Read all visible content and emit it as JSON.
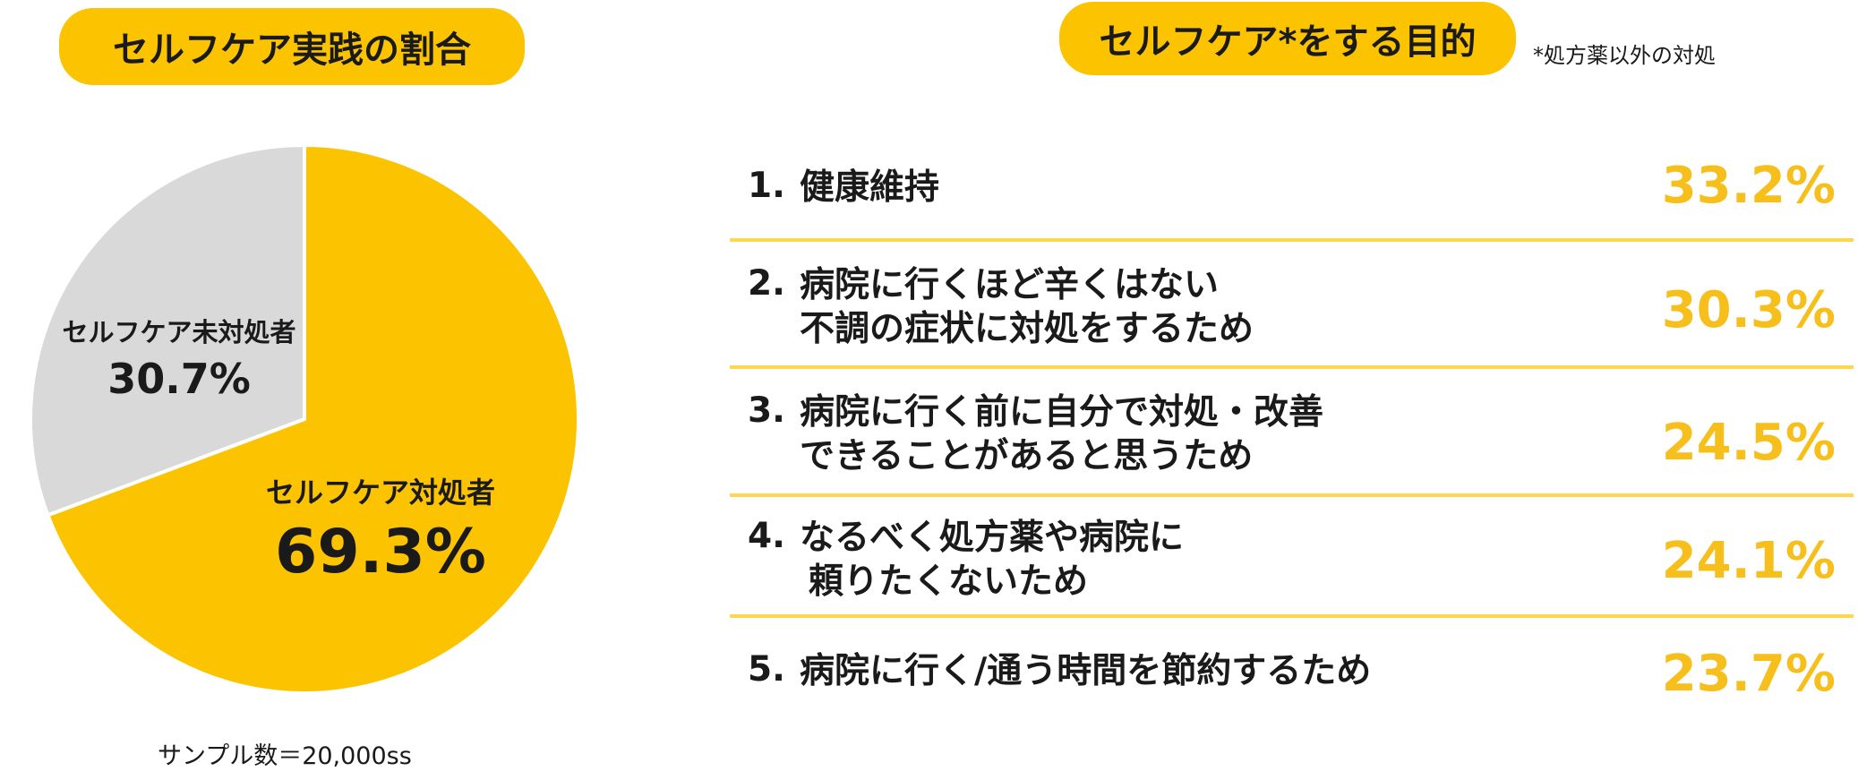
{
  "left": {
    "title": "セルフケア実践の割合",
    "sample_note": "サンプル数＝20,000ss"
  },
  "right": {
    "title": "セルフケア*をする目的",
    "note": "*処方薬以外の対処"
  },
  "colors": {
    "accent": "#fcc400",
    "gray": "#d9d9d9",
    "pct_text": "#f7bf1c",
    "divider": "#fdd84f"
  },
  "chart_data": [
    {
      "type": "pie",
      "title": "セルフケア実践の割合",
      "slices": [
        {
          "label": "セルフケア対処者",
          "value": 69.3,
          "display": "69.3%",
          "color": "#fcc400"
        },
        {
          "label": "セルフケア未対処者",
          "value": 30.7,
          "display": "30.7%",
          "color": "#d9d9d9"
        }
      ]
    },
    {
      "type": "table",
      "title": "セルフケア*をする目的",
      "rows": [
        {
          "rank": "1.",
          "lines": [
            "健康維持"
          ],
          "value": 33.2,
          "display": "33.2%"
        },
        {
          "rank": "2.",
          "lines": [
            "病院に行くほど辛くはない",
            "不調の症状に対処をするため"
          ],
          "value": 30.3,
          "display": "30.3%"
        },
        {
          "rank": "3.",
          "lines": [
            "病院に行く前に自分で対処・改善",
            "できることがあると思うため"
          ],
          "value": 24.5,
          "display": "24.5%"
        },
        {
          "rank": "4.",
          "lines": [
            "なるべく処方薬や病院に",
            "頼りたくないため"
          ],
          "value": 24.1,
          "display": "24.1%"
        },
        {
          "rank": "5.",
          "lines": [
            "病院に行く/通う時間を節約するため"
          ],
          "value": 23.7,
          "display": "23.7%"
        }
      ]
    }
  ]
}
